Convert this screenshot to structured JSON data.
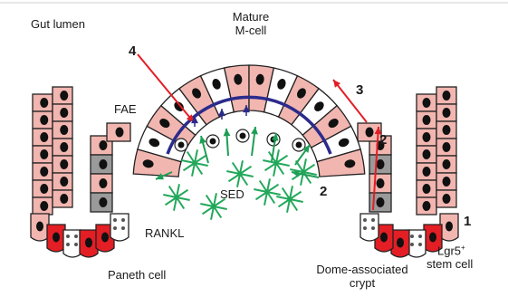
{
  "labels": {
    "gut_lumen": "Gut lumen",
    "mature_mcell": [
      "Mature",
      "M-cell"
    ],
    "fae": "FAE",
    "sed": "SED",
    "rankl": "RANKL",
    "paneth_cell": "Paneth cell",
    "dome_crypt": [
      "Dome-associated",
      "crypt"
    ],
    "stem_cell": [
      "Lgr5",
      "+",
      "stem cell"
    ]
  },
  "step_numbers": {
    "one": "1",
    "two_upper": "2",
    "two_lower": "2",
    "three": "3",
    "four": "4"
  },
  "colors": {
    "enterocyte": "#f2b6b0",
    "mcell": "#ffffff",
    "crypt_gray": "#9a9a9a",
    "paneth": "#e31e24",
    "nucleus": "#111111",
    "dome_line": "#2b2b8c",
    "arrow_red": "#e31e24",
    "arrow_green": "#1e9e55",
    "dendritic": "#22a85a",
    "outline": "#222222"
  }
}
